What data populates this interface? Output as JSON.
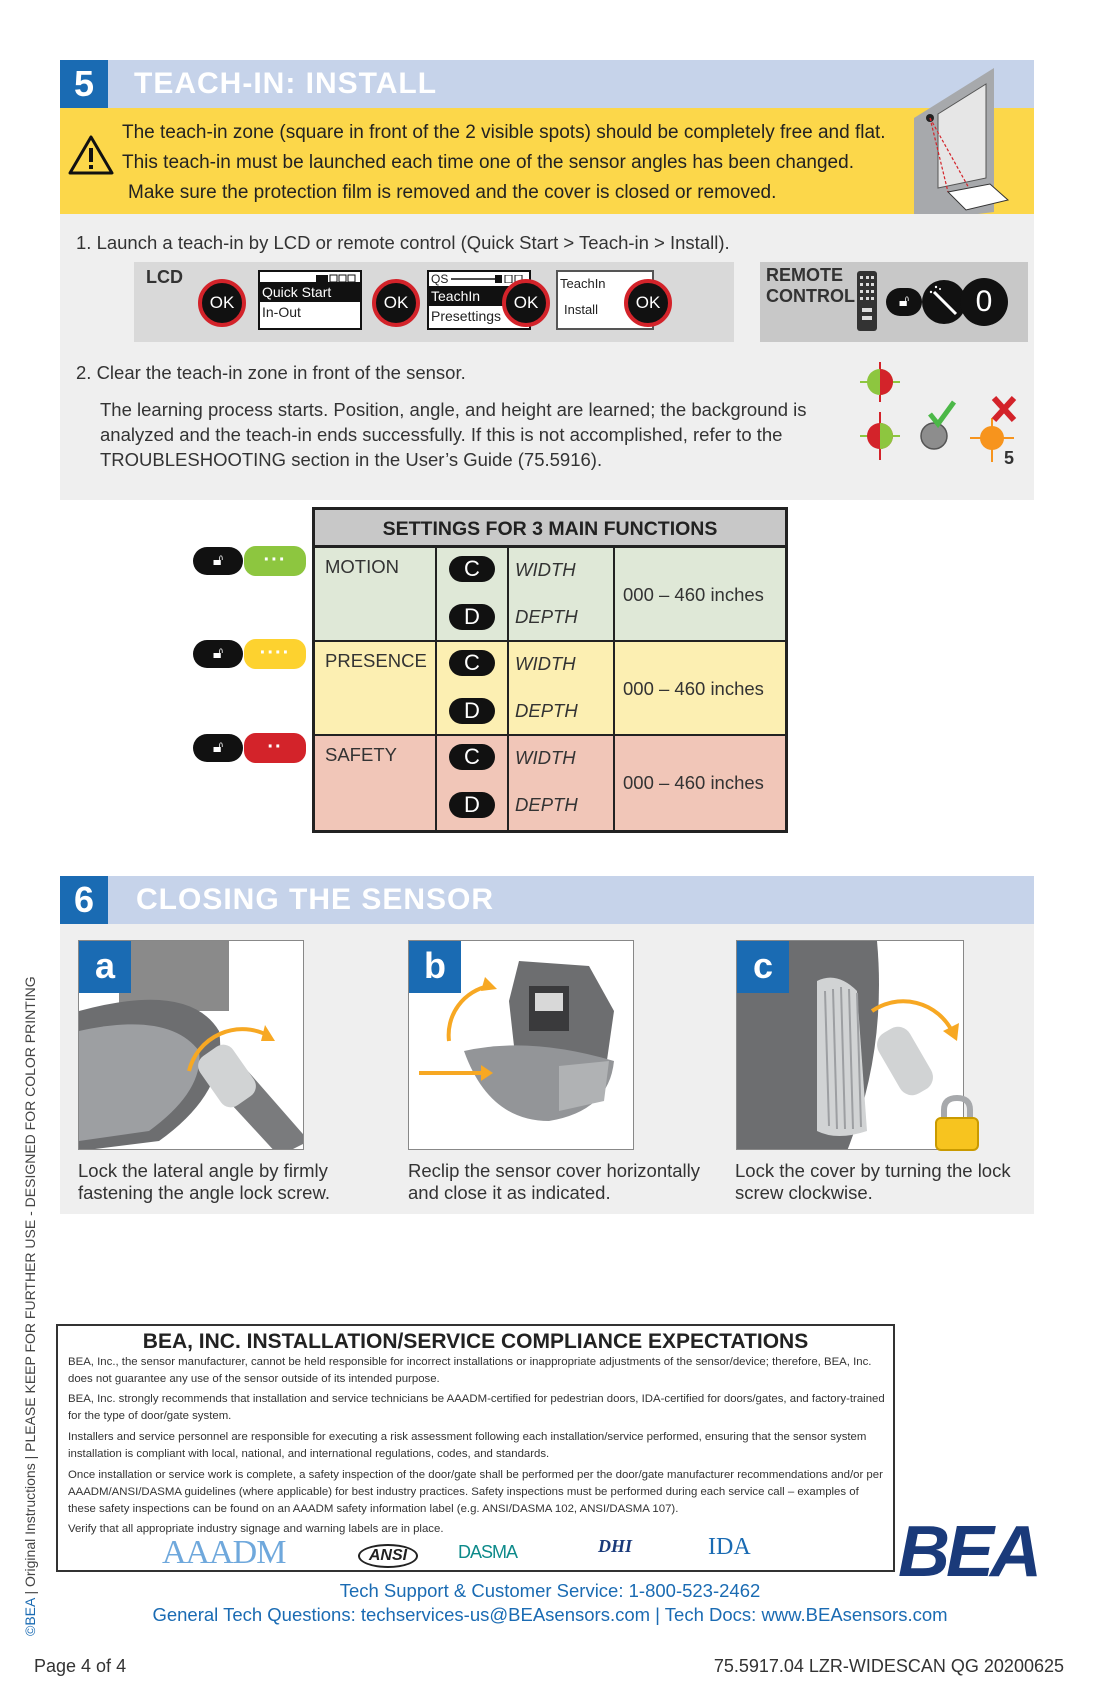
{
  "section5": {
    "number": "5",
    "title": "TEACH-IN:  INSTALL",
    "warning_lines": [
      "The teach-in zone (square in front of the 2 visible spots) should be completely free and flat.",
      "This teach-in must be launched each time one of the sensor angles has been changed.",
      "Make sure the protection film is removed and the cover is closed or removed."
    ],
    "step1": "1.  Launch a teach-in by LCD or remote control (Quick Start > Teach-in > Install).",
    "lcd": {
      "label": "LCD",
      "ok": "OK",
      "screen1": [
        "Quick Start",
        "In-Out"
      ],
      "screen2": [
        "QS",
        "TeachIn",
        "Presettings"
      ],
      "screen3": [
        "TeachIn",
        "Install"
      ]
    },
    "remote": {
      "label_line1": "REMOTE",
      "label_line2": "CONTROL",
      "digit": "0"
    },
    "step2": "2.  Clear the teach-in zone in front of the sensor.",
    "step2_para": "The learning process starts. Position, angle, and height are learned; the background is analyzed and the teach-in ends successfully. If this is not accomplished, refer to the TROUBLESHOOTING section in the User’s Guide (75.5916).",
    "led_number": "5"
  },
  "settings": {
    "header": "SETTINGS FOR 3 MAIN FUNCTIONS",
    "rows": [
      {
        "name": "MOTION",
        "c": "C",
        "d": "D",
        "width": "WIDTH",
        "depth": "DEPTH",
        "range": "000 – 460 inches",
        "dots": "···",
        "color": "#8dc63f",
        "bg": "#dfe8d7"
      },
      {
        "name": "PRESENCE",
        "c": "C",
        "d": "D",
        "width": "WIDTH",
        "depth": "DEPTH",
        "range": "000 – 460 inches",
        "dots": "····",
        "color": "#fdd22f",
        "bg": "#fcefb2"
      },
      {
        "name": "SAFETY",
        "c": "C",
        "d": "D",
        "width": "WIDTH",
        "depth": "DEPTH",
        "range": "000 – 460 inches",
        "dots": "··",
        "color": "#d3232a",
        "bg": "#f1c6b8"
      }
    ]
  },
  "section6": {
    "number": "6",
    "title": "CLOSING THE SENSOR",
    "panels": [
      {
        "letter": "a",
        "caption": "Lock the lateral angle by firmly fastening the angle lock screw."
      },
      {
        "letter": "b",
        "caption": "Reclip the sensor cover horizontally and close it as indicated."
      },
      {
        "letter": "c",
        "caption": "Lock the cover by turning the lock screw clockwise."
      }
    ]
  },
  "compliance": {
    "title": "BEA, INC. INSTALLATION/SERVICE COMPLIANCE EXPECTATIONS",
    "paragraphs": [
      "BEA, Inc., the sensor manufacturer, cannot be held responsible for incorrect installations or inappropriate adjustments of the sensor/device; therefore, BEA, Inc. does not guarantee any use of the sensor outside of its intended purpose.",
      "BEA, Inc. strongly recommends that installation and service technicians be AAADM-certified for pedestrian doors, IDA-certified for doors/gates, and factory-trained for the type of door/gate system.",
      "Installers and service personnel are responsible for executing a risk assessment following each installation/service performed, ensuring that the sensor system installation is compliant with local, national, and international regulations, codes, and standards.",
      "Once installation or service work is complete, a safety inspection of the door/gate shall be performed per the door/gate manufacturer recommendations and/or per AAADM/ANSI/DASMA guidelines (where applicable) for best industry practices.  Safety inspections must be performed during each service call – examples of these safety inspections can be found on an AAADM safety information label (e.g. ANSI/DASMA 102, ANSI/DASMA 107).",
      "Verify that all appropriate industry signage and warning labels are in place."
    ],
    "logos": [
      "AAADM",
      "ANSI",
      "DASMA",
      "DHI",
      "IDA"
    ]
  },
  "brand_logo": "BEA",
  "support": {
    "line1": "Tech Support & Customer Service: 1-800-523-2462",
    "line2": "General Tech Questions: techservices-us@BEAsensors.com | Tech Docs: www.BEAsensors.com"
  },
  "side_text": {
    "brand": "©BEA",
    "rest": " | Original Instructions | PLEASE KEEP FOR FURTHER USE - DESIGNED FOR COLOR PRINTING"
  },
  "footer": {
    "page": "Page 4 of 4",
    "doc": "75.5917.04 LZR-WIDESCAN QG 20200625"
  },
  "colors": {
    "blue": "#1a6bb3",
    "header_bg": "#c6d3ea",
    "warning_bg": "#fcd74a",
    "red": "#d3232a"
  }
}
